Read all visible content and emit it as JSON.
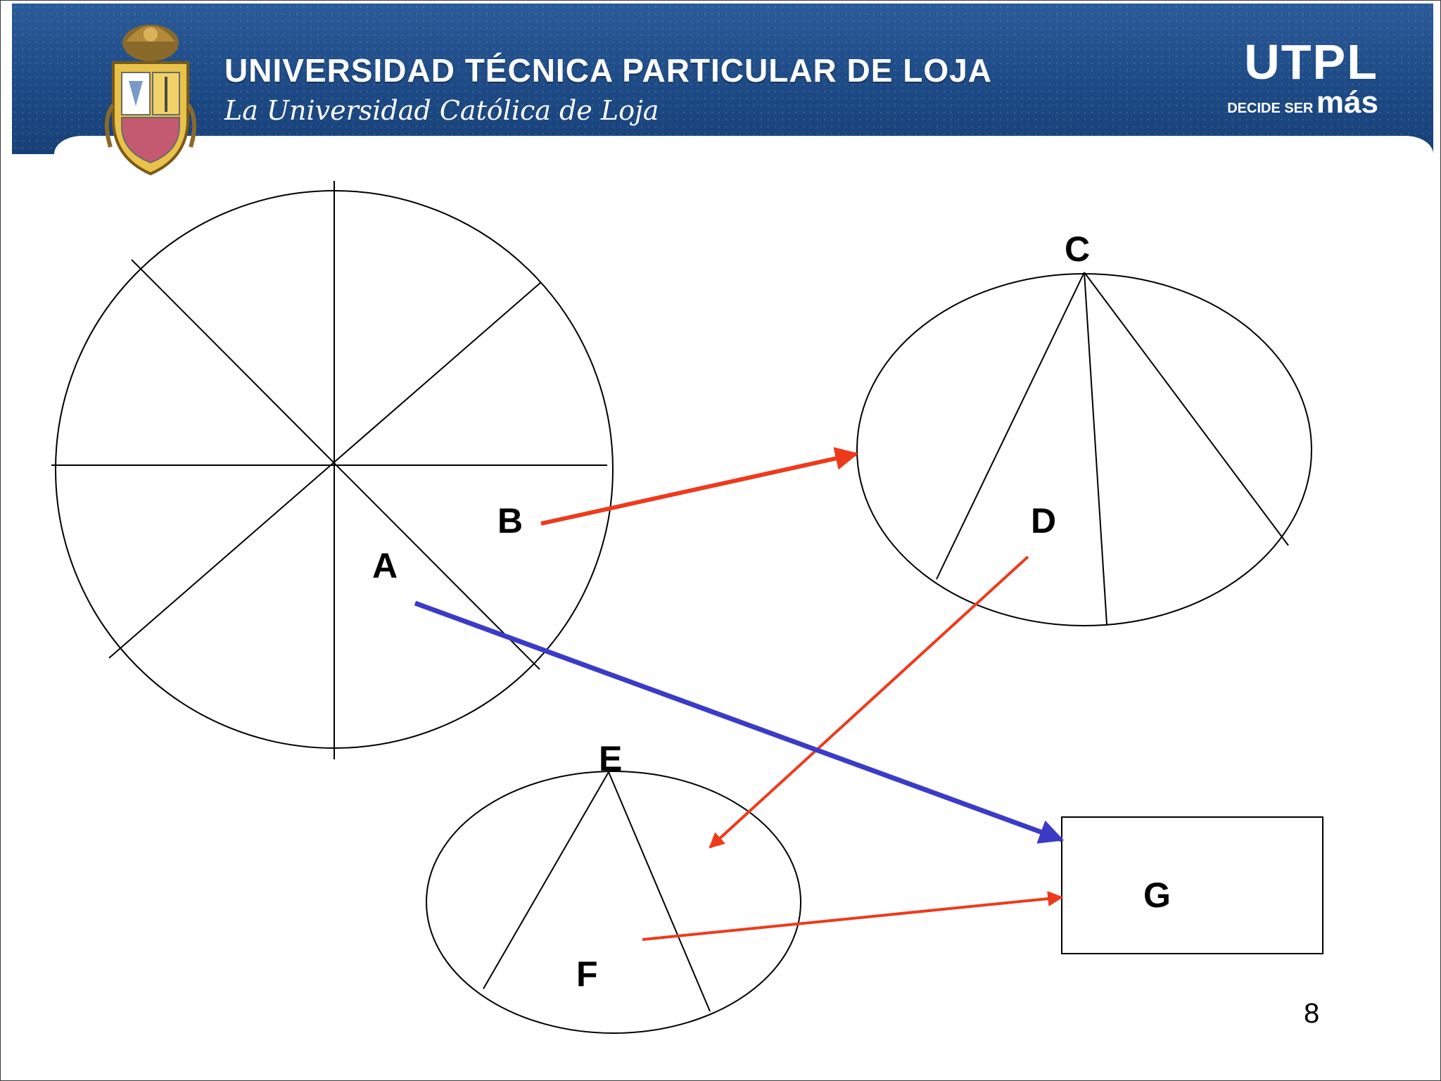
{
  "header": {
    "title": "UNIVERSIDAD TÉCNICA PARTICULAR DE LOJA",
    "subtitle": "La Universidad Católica de Loja",
    "brand": "UTPL",
    "tagline_small": "DECIDE SER",
    "tagline_big": "más",
    "crest_icon": "university-crest-icon",
    "colors": {
      "banner": "#1f4d88",
      "text": "#ffffff"
    }
  },
  "diagram": {
    "labels": {
      "a": "A",
      "b": "B",
      "c": "C",
      "d": "D",
      "e": "E",
      "f": "F",
      "g": "G"
    },
    "colors": {
      "outline": "#000000",
      "arrow_red": "#ee3a1c",
      "arrow_blue": "#3b3bc8"
    }
  },
  "footer": {
    "page_number": "8"
  }
}
